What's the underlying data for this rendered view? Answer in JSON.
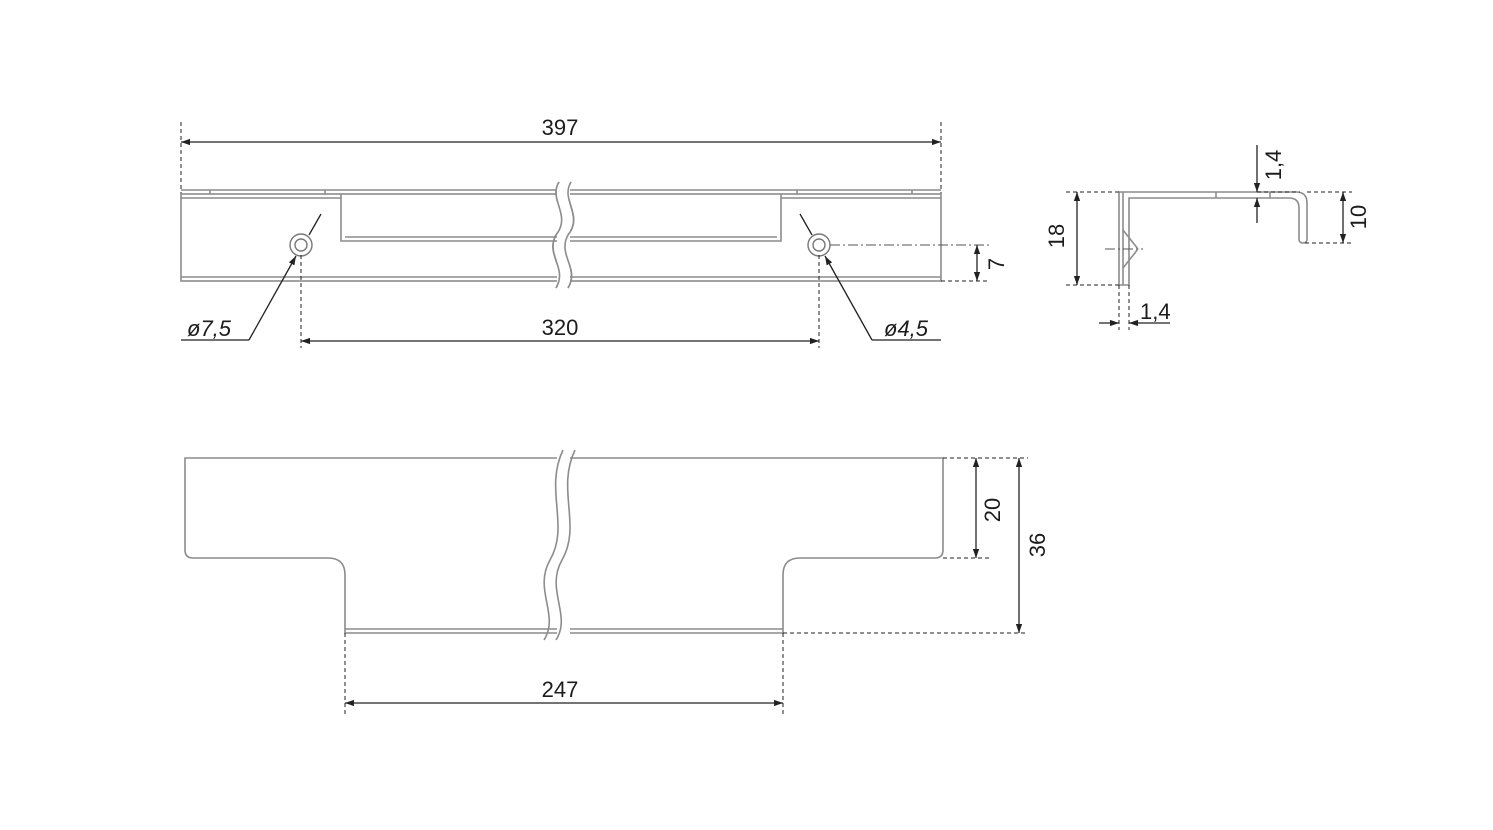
{
  "top_view": {
    "overall_length": "397",
    "hole_spacing": "320",
    "left_hole_diameter": "ø7,5",
    "right_hole_diameter": "ø4,5",
    "hole_offset": "7"
  },
  "bottom_view": {
    "flange_length": "247",
    "flange_height": "20",
    "total_height": "36"
  },
  "profile_view": {
    "height": "18",
    "top_thickness": "1,4",
    "lip_height": "10",
    "wall_thickness": "1,4"
  }
}
